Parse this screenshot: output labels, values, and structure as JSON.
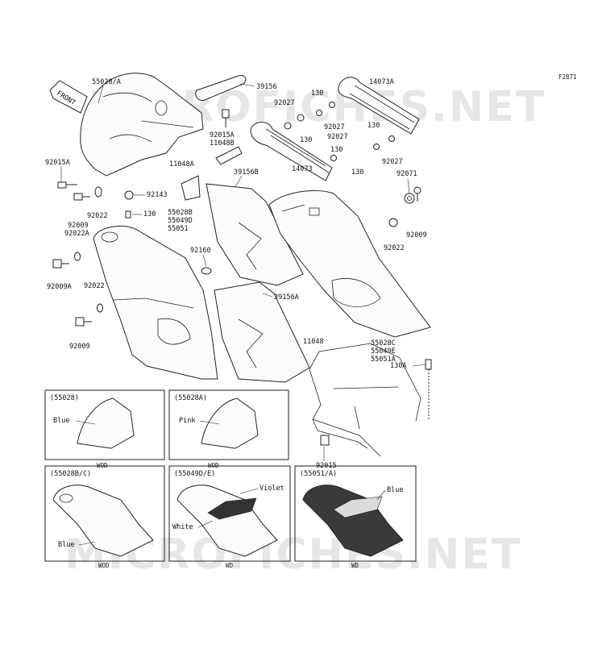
{
  "diagram_code": "F2871",
  "front_label": "FRONT",
  "watermarks": [
    "MICROFICHES.NET",
    "MICROFICHES.NET"
  ],
  "callouts": {
    "c55028A": "55028/A",
    "c39156": "39156",
    "c92015A_top": "92015A",
    "c11048B": "11048B",
    "c92027_a": "92027",
    "c130_a": "130",
    "c130_b": "130",
    "c92027_b": "92027",
    "c92027_c": "92027",
    "c130_c": "130",
    "c130_d": "130",
    "c14073A": "14073A",
    "c130_e": "130",
    "c92027_d": "92027",
    "c92071": "92071",
    "c14073": "14073",
    "c92015A_left": "92015A",
    "c11048A": "11048A",
    "c92143": "92143",
    "c92022_a": "92022",
    "c130_f": "130",
    "c92009_a": "92009",
    "c92022A": "92022A",
    "c55028B": "55028B",
    "c55049D": "55049D",
    "c55051": "55051",
    "c39156B": "39156B",
    "c92009_b": "92009",
    "c92022_b": "92022",
    "c92160": "92160",
    "c92009A": "92009A",
    "c92022_c": "92022",
    "c39156A": "39156A",
    "c92009_c": "92009",
    "c11048": "11048",
    "c55028C": "55028C",
    "c55049E": "55049E",
    "c55051A": "55051A",
    "c130A": "130A",
    "c92015": "92015"
  },
  "variant_boxes": [
    {
      "title": "(55028)",
      "color": "Blue",
      "code": "WOD"
    },
    {
      "title": "(55028A)",
      "color": "Pink",
      "code": "WOD"
    },
    {
      "title": "(55028B/C)",
      "color": "Blue",
      "code": "WOD"
    },
    {
      "title": "(55049D/E)",
      "color": "Violet",
      "color2": "White",
      "code": "WD"
    },
    {
      "title": "(55051/A)",
      "color": "Blue",
      "code": "WD"
    }
  ]
}
